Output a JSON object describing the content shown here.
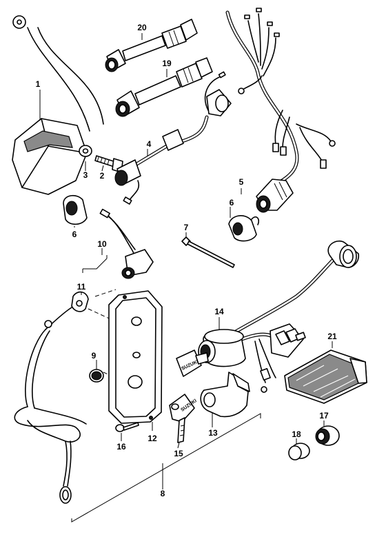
{
  "diagram": {
    "callouts": [
      "1",
      "2",
      "3",
      "4",
      "5",
      "6",
      "6",
      "7",
      "8",
      "9",
      "10",
      "11",
      "12",
      "13",
      "14",
      "15",
      "16",
      "17",
      "18",
      "19",
      "20",
      "21"
    ],
    "key_brand": "SUZUKI"
  }
}
